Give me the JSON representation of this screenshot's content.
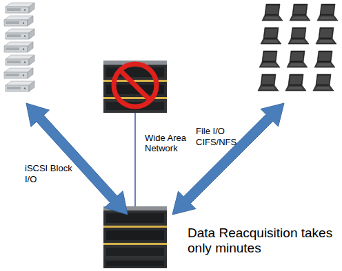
{
  "diagram": {
    "nodes": [
      {
        "text": [
          "Wide Area Network"
        ]
      },
      {
        "text": [
          "Data Reacquisition takes only minutes"
        ]
      }
    ],
    "edges": [
      {
        "from": 0,
        "to": 1,
        "arrow": "none"
      }
    ],
    "labels": [
      "iSCSI Block I/O",
      "File I/O CIFS/NFS"
    ]
  }
}
